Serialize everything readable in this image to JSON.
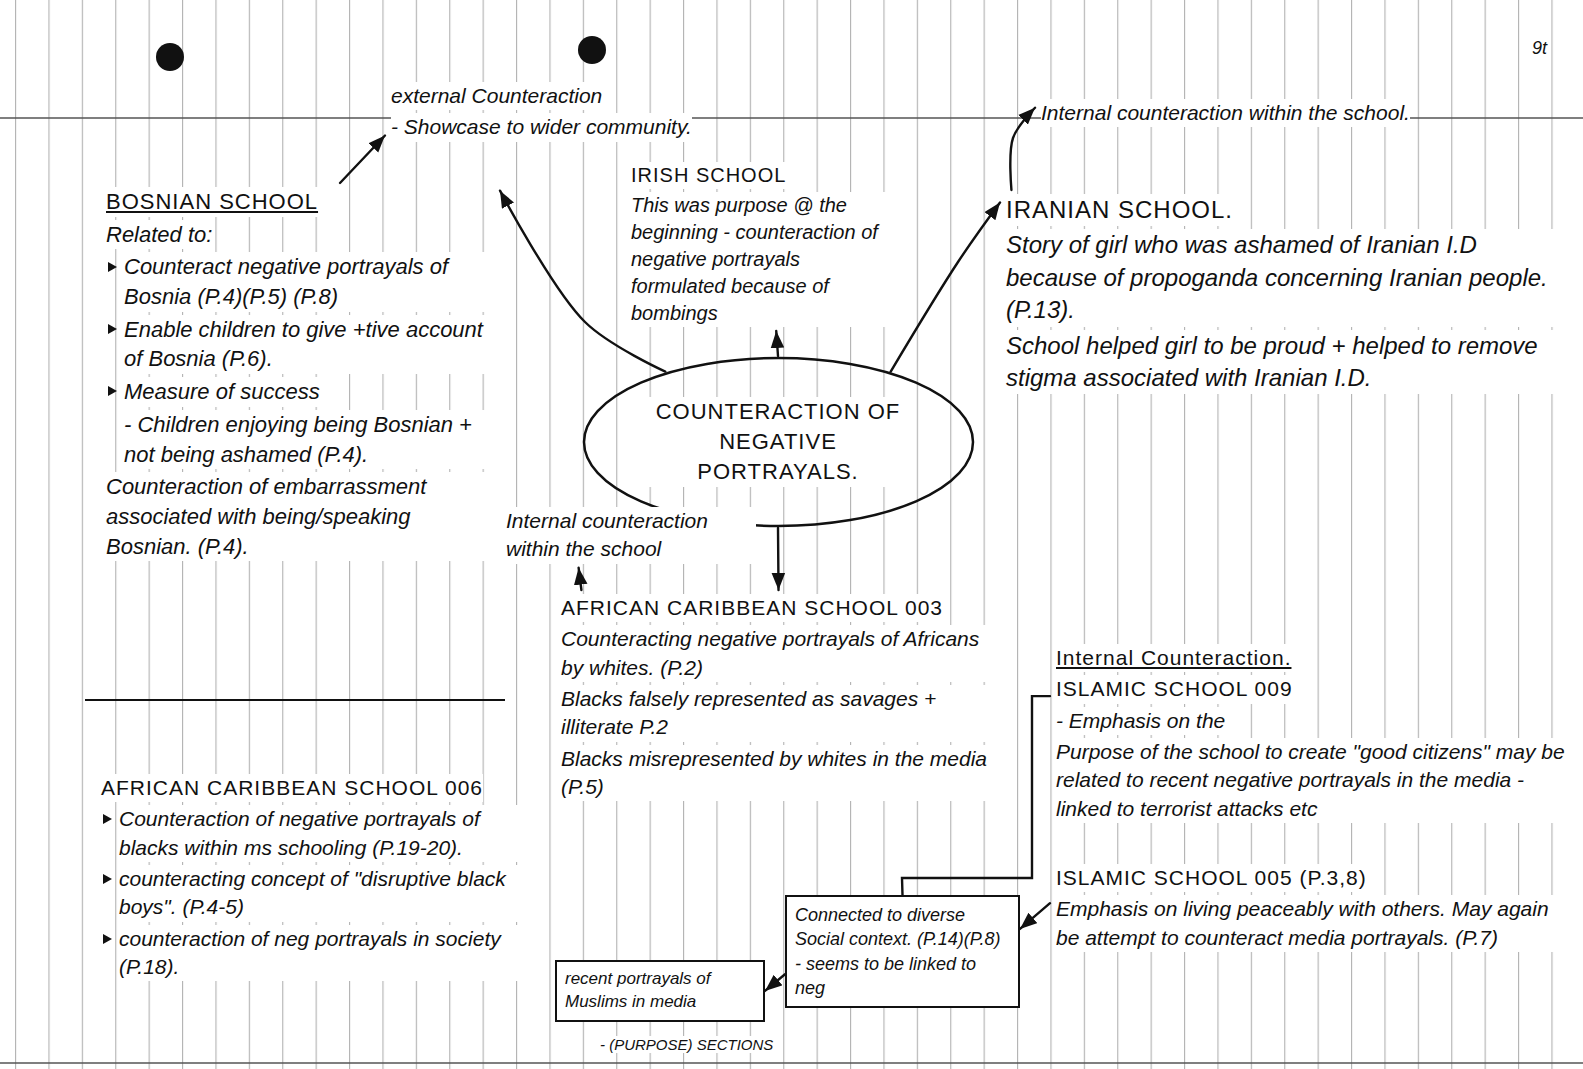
{
  "diagram": {
    "nodes": [
      {
        "text": [
          "external Counteraction",
          "- Showcase to wider community."
        ]
      },
      {
        "text": [
          "BOSNIAN SCHOOL",
          "Related to:",
          "Counteract negative portrayals of Bosnia (P.4)(P.5) (P.8)",
          "Enable children to give +tive account of Bosnia (P.6).",
          "Measure of success",
          "- Children enjoying being Bosnian + not being ashamed (P.4).",
          "Counteraction of embarrassment associated with being/speaking Bosnian. (P.4)."
        ]
      },
      {
        "text": [
          "IRISH SCHOOL",
          "This was purpose @ the beginning - counteraction of negative portrayals formulated because of bombings"
        ]
      },
      {
        "text": [
          "Internal counteraction within the school."
        ]
      },
      {
        "text": [
          "IRANIAN SCHOOL.",
          "Story of girl who was ashamed of Iranian I.D because of propoganda concerning Iranian people. (P.13).",
          "School helped girl to be proud + helped to remove stigma associated with Iranian I.D."
        ]
      },
      {
        "text": [
          "COUNTERACTION OF NEGATIVE PORTRAYALS."
        ]
      },
      {
        "text": [
          "Internal counteraction within the school"
        ]
      },
      {
        "text": [
          "AFRICAN CARIBBEAN SCHOOL 003",
          "Counteracting negative portrayals of Africans by whites. (P.2)",
          "Blacks falsely represented as savages + illiterate P.2",
          "Blacks misrepresented by whites in the media (P.5)"
        ]
      },
      {
        "text": [
          "AFRICAN CARIBBEAN SCHOOL 006",
          "Counteraction of negative portrayals of blacks within ms schooling (P.19-20).",
          "counteracting concept of \"disruptive black boys\". (P.4-5)",
          "counteraction of neg portrayals in society (P.18)."
        ]
      },
      {
        "text": [
          "Internal Counteraction.",
          "ISLAMIC SCHOOL 009",
          "- Emphasis on the",
          "Purpose of the school to create \"good citizens\" may be related to recent negative portrayals in the media - linked to terrorist attacks etc"
        ]
      },
      {
        "text": [
          "ISLAMIC SCHOOL 005 (P.3,8)",
          "Emphasis on living peaceably with others. May again be attempt to counteract media portrayals. (P.7)"
        ]
      },
      {
        "text": [
          "Connected to diverse Social context. (P.14)(P.8) - seems to be linked to neg"
        ]
      },
      {
        "text": [
          "recent portrayals of Muslims in media"
        ]
      }
    ],
    "edges": [
      {
        "from": 5,
        "to": 1,
        "arrow": "to"
      },
      {
        "from": 5,
        "to": 2,
        "arrow": "to"
      },
      {
        "from": 5,
        "to": 4,
        "arrow": "to"
      },
      {
        "from": 5,
        "to": 7,
        "arrow": "to"
      },
      {
        "from": 1,
        "to": 0,
        "arrow": "to"
      },
      {
        "from": 4,
        "to": 3,
        "arrow": "to"
      },
      {
        "from": 7,
        "to": 6,
        "arrow": "to"
      },
      {
        "from": 10,
        "to": 11,
        "arrow": "to"
      },
      {
        "from": 11,
        "to": 12,
        "arrow": "to"
      },
      {
        "from": 9,
        "to": 11,
        "arrow": "none"
      }
    ],
    "labels": [
      "9t",
      "- (PURPOSE) SECTIONS"
    ]
  }
}
